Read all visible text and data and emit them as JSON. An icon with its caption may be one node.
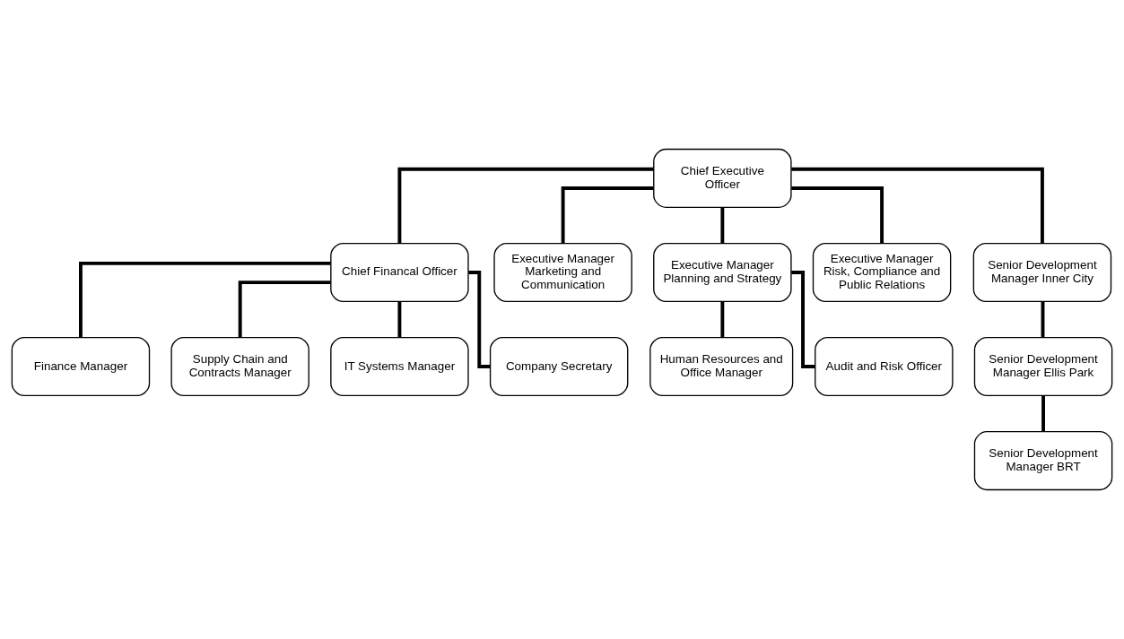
{
  "diagram": {
    "nodes": [
      {
        "text": [
          "Chief Executive Officer"
        ]
      },
      {
        "text": [
          "Chief Financal Officer"
        ]
      },
      {
        "text": [
          "Executive Manager Marketing and Communication"
        ]
      },
      {
        "text": [
          "Executive Manager Planning and Strategy"
        ]
      },
      {
        "text": [
          "Executive Manager Risk, Compliance and Public Relations"
        ]
      },
      {
        "text": [
          "Senior Development Manager Inner City"
        ]
      },
      {
        "text": [
          "Finance Manager"
        ]
      },
      {
        "text": [
          "Supply Chain and Contracts Manager"
        ]
      },
      {
        "text": [
          "IT Systems Manager"
        ]
      },
      {
        "text": [
          "Company Secretary"
        ]
      },
      {
        "text": [
          "Human Resources and Office Manager"
        ]
      },
      {
        "text": [
          "Audit and Risk Officer"
        ]
      },
      {
        "text": [
          "Senior Development Manager Ellis Park"
        ]
      },
      {
        "text": [
          "Senior Development Manager BRT"
        ]
      }
    ],
    "edges": [
      {
        "from": 0,
        "to": 1,
        "arrow": "none"
      },
      {
        "from": 0,
        "to": 2,
        "arrow": "none"
      },
      {
        "from": 0,
        "to": 3,
        "arrow": "none"
      },
      {
        "from": 0,
        "to": 4,
        "arrow": "none"
      },
      {
        "from": 0,
        "to": 5,
        "arrow": "none"
      },
      {
        "from": 1,
        "to": 6,
        "arrow": "none"
      },
      {
        "from": 1,
        "to": 7,
        "arrow": "none"
      },
      {
        "from": 1,
        "to": 8,
        "arrow": "none"
      },
      {
        "from": 1,
        "to": 9,
        "arrow": "none"
      },
      {
        "from": 3,
        "to": 10,
        "arrow": "none"
      },
      {
        "from": 3,
        "to": 11,
        "arrow": "none"
      },
      {
        "from": 5,
        "to": 12,
        "arrow": "none"
      },
      {
        "from": 12,
        "to": 13,
        "arrow": "none"
      }
    ]
  }
}
